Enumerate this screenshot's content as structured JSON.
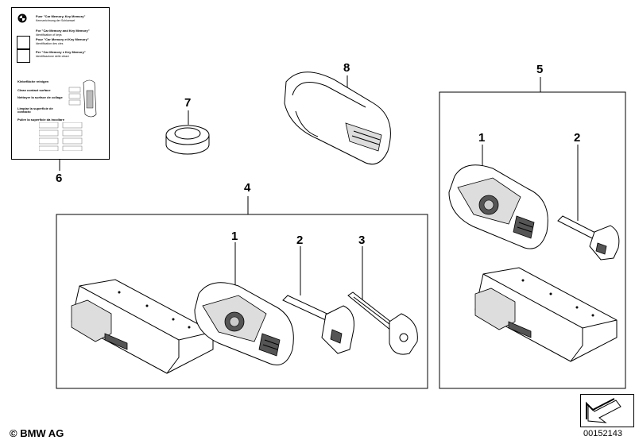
{
  "leaflet": {
    "logo": "BMW roundel",
    "lines": [
      {
        "bold": "Fuer \"Car Memory, Key Memory\"",
        "sub": "Kennzeichnung der Schluessel"
      },
      {
        "bold": "For \"Car Memory and Key Memory\"",
        "sub": "Identification of keys"
      },
      {
        "bold": "Pour \"Car Memory et Key Memory\"",
        "sub": "Identification des cles"
      },
      {
        "bold": "Per \"Car Memory e Key Memory\"",
        "sub": "Identificazione delle chiavi"
      }
    ],
    "instructions": [
      "Klebefläche reinigen",
      "Clean contact surface",
      "Nettoyer la surface de collage",
      "Limpiar la superficie de contacto",
      "Pulire la superficie da incollare"
    ]
  },
  "callouts": {
    "c1a": "1",
    "c2a": "2",
    "c3": "3",
    "c4": "4",
    "c5": "5",
    "c6": "6",
    "c7": "7",
    "c8": "8",
    "c1b": "1",
    "c2b": "2"
  },
  "footer": {
    "copyright": "© BMW AG",
    "docnum": "00152143"
  }
}
